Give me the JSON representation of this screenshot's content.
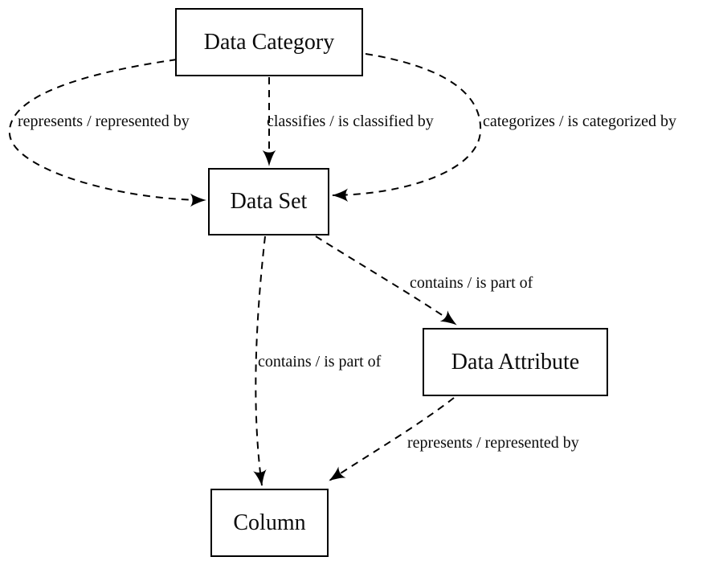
{
  "diagram": {
    "background": "#ffffff",
    "stroke_color": "#000000",
    "nodes": [
      {
        "id": "data-category",
        "label": "Data Category"
      },
      {
        "id": "data-set",
        "label": "Data Set"
      },
      {
        "id": "data-attribute",
        "label": "Data Attribute"
      },
      {
        "id": "column",
        "label": "Column"
      }
    ],
    "edges": [
      {
        "id": "represents-top",
        "from": "Data Category",
        "to": "Data Set",
        "label": "represents / represented by"
      },
      {
        "id": "classifies",
        "from": "Data Category",
        "to": "Data Set",
        "label": "classifies / is classified by"
      },
      {
        "id": "categorizes",
        "from": "Data Category",
        "to": "Data Set",
        "label": "categorizes / is categorized by"
      },
      {
        "id": "contains-attribute",
        "from": "Data Set",
        "to": "Data Attribute",
        "label": "contains / is part of"
      },
      {
        "id": "contains-column",
        "from": "Data Set",
        "to": "Column",
        "label": "contains / is part of"
      },
      {
        "id": "represents-bottom",
        "from": "Data Attribute",
        "to": "Column",
        "label": "represents / represented by"
      }
    ]
  }
}
